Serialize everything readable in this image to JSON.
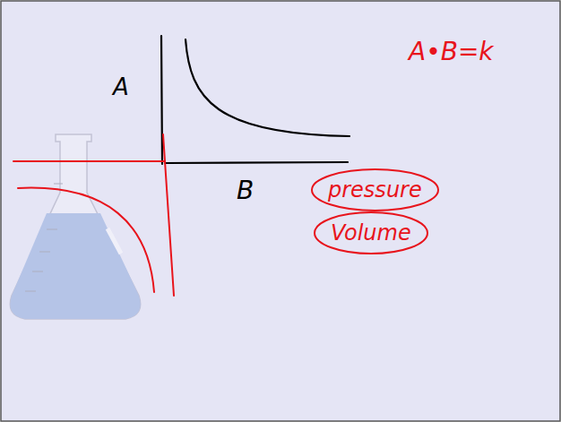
{
  "diagram": {
    "nodes": [
      {
        "text": [
          "pressure"
        ]
      },
      {
        "text": [
          "Volume"
        ]
      }
    ],
    "labels": [
      "A",
      "B",
      "A•B=k"
    ]
  }
}
